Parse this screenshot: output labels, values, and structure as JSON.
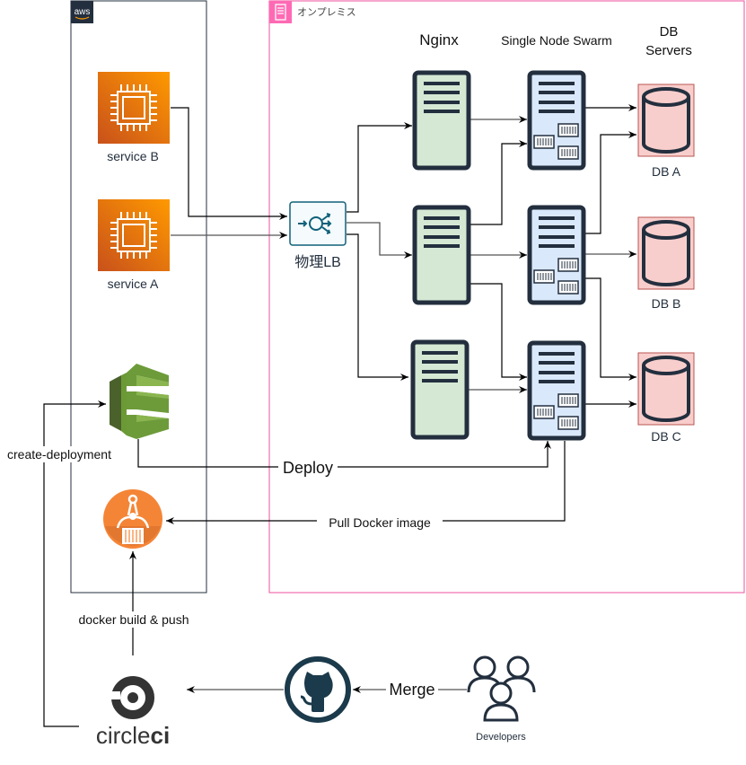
{
  "groups": {
    "aws": {
      "badge": "aws",
      "border_color": "#232f3e"
    },
    "onprem": {
      "title": "オンプレミス",
      "border_color": "#e7157b",
      "accent": "#ff69b4"
    }
  },
  "column_headers": {
    "nginx": "Nginx",
    "swarm": "Single Node Swarm",
    "db_line1": "DB",
    "db_line2": "Servers"
  },
  "aws_services": [
    {
      "id": "service-b",
      "label": "service B",
      "icon": "ec2-chip-icon"
    },
    {
      "id": "service-a",
      "label": "service A",
      "icon": "ec2-chip-icon"
    }
  ],
  "load_balancer": {
    "label": "物理LB",
    "icon": "load-balancer-icon"
  },
  "nginx_servers": [
    {
      "id": "nginx-1",
      "icon": "server-icon"
    },
    {
      "id": "nginx-2",
      "icon": "server-icon"
    },
    {
      "id": "nginx-3",
      "icon": "server-icon"
    }
  ],
  "swarm_nodes": [
    {
      "id": "swarm-1",
      "icon": "docker-host-icon"
    },
    {
      "id": "swarm-2",
      "icon": "docker-host-icon"
    },
    {
      "id": "swarm-3",
      "icon": "docker-host-icon"
    }
  ],
  "databases": [
    {
      "id": "db-a",
      "label": "DB A",
      "icon": "database-icon"
    },
    {
      "id": "db-b",
      "label": "DB B",
      "icon": "database-icon"
    },
    {
      "id": "db-c",
      "label": "DB C",
      "icon": "database-icon"
    }
  ],
  "codedeploy": {
    "icon": "codedeploy-icon"
  },
  "ecr": {
    "icon": "ecr-registry-icon"
  },
  "circleci": {
    "text_light": "circle",
    "text_bold": "ci",
    "icon": "circleci-logo-icon"
  },
  "github": {
    "icon": "github-octocat-icon"
  },
  "developers": {
    "label": "Developers",
    "icon": "users-icon"
  },
  "edge_labels": {
    "deploy": "Deploy",
    "pull": "Pull Docker image",
    "create_deployment": "create-deployment",
    "docker_build": "docker build & push",
    "merge": "Merge"
  },
  "colors": {
    "ec2_orange_top": "#f78e04",
    "ec2_orange_bottom": "#d05c17",
    "nginx_fill": "#d5e8d4",
    "swarm_fill": "#dae8fc",
    "db_fill": "#f8cecc",
    "db_border": "#b85450",
    "server_dark": "#232f3e",
    "codedeploy_green": "#6d9b3a",
    "ecr_orange": "#f58536",
    "lb_border": "#10617a"
  }
}
